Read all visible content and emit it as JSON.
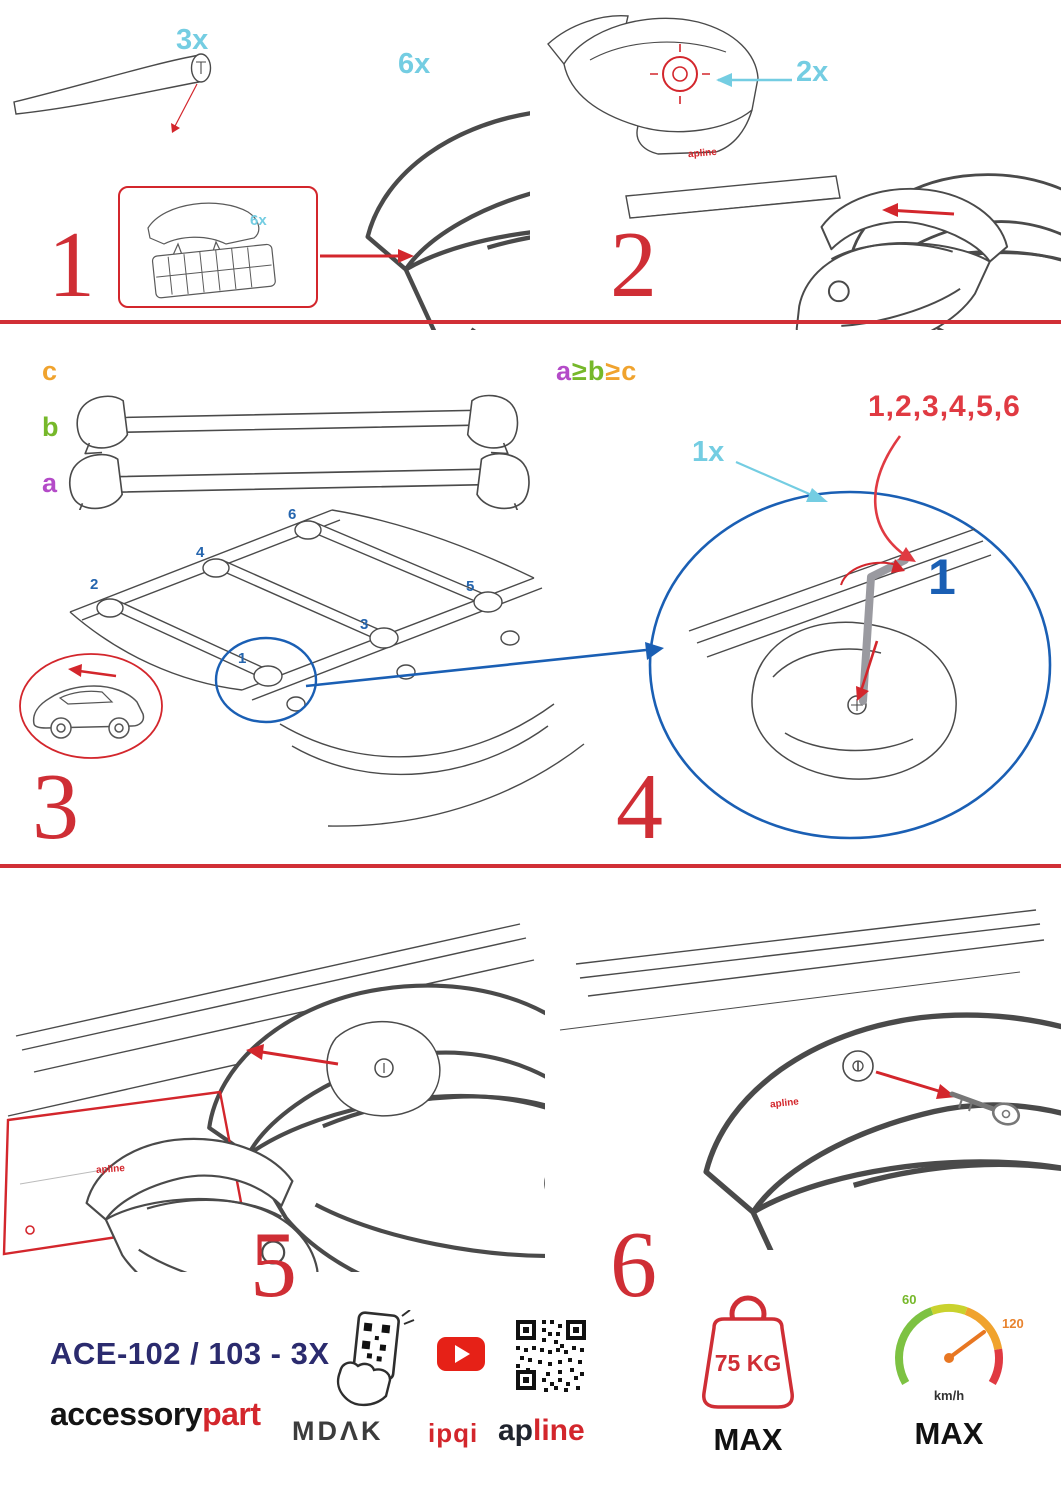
{
  "colors": {
    "accent_red": "#cf2e35",
    "cyan": "#74cde2",
    "blue": "#1a5fb4",
    "green": "#76b82a",
    "orange": "#f0a32e",
    "purple": "#b44bc8",
    "navy": "#2b2b6e",
    "youtube_red": "#e62117"
  },
  "steps": {
    "s1": {
      "number": "1",
      "bar_qty": "3x",
      "foot_qty": "6x",
      "pad_qty": "6x"
    },
    "s2": {
      "number": "2",
      "knob_qty": "2x"
    },
    "s3": {
      "number": "3",
      "bar_labels": {
        "c": "c",
        "b": "b",
        "a": "a"
      },
      "order": {
        "a": "a",
        "ge1": "≥",
        "b": "b",
        "ge2": "≥",
        "c": "c"
      },
      "positions": [
        "1",
        "2",
        "3",
        "4",
        "5",
        "6"
      ]
    },
    "s4": {
      "number": "4",
      "key_qty": "1x",
      "sequence": "1,2,3,4,5,6",
      "highlight": "1"
    },
    "s5": {
      "number": "5"
    },
    "s6": {
      "number": "6"
    }
  },
  "brand_mark": "apline",
  "footer": {
    "product_code": "ACE-102 / 103 - 3X",
    "brand_black": "accessory",
    "brand_red": "part",
    "mdak": "MDΛK",
    "ipqi": "ipqi",
    "apline_dark": "ap",
    "apline_red": "line",
    "weight_value": "75 KG",
    "weight_max": "MAX",
    "speed_low": "60",
    "speed_high": "120",
    "speed_unit": "km/h",
    "speed_max": "MAX"
  }
}
